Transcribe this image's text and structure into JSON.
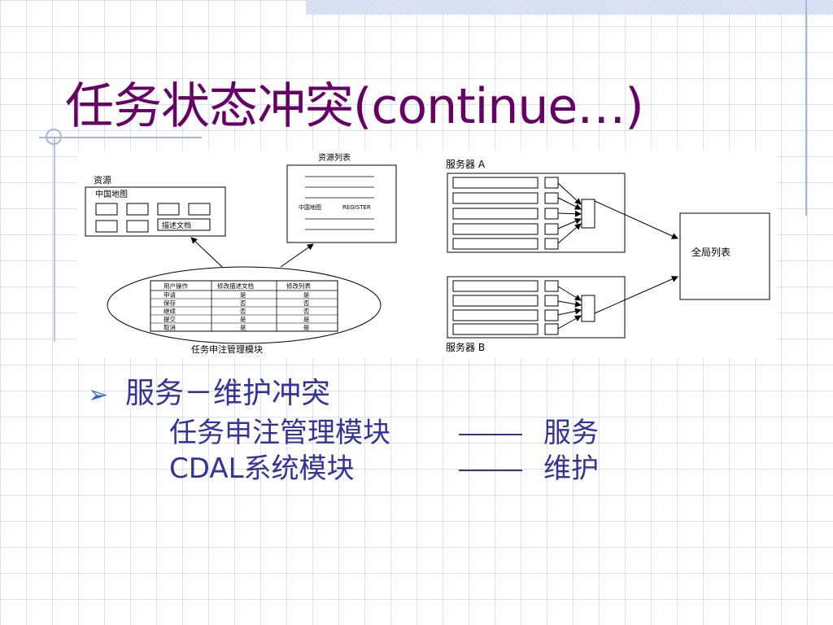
{
  "slide": {
    "title": "任务状态冲突(continue…)"
  },
  "diagram": {
    "resource_label": "资源",
    "resource_map_label": "中国地图",
    "resource_doc_label": "描述文档",
    "list_title": "资源列表",
    "list_entry_map": "中国地图",
    "list_entry_status": "REGISTER",
    "table_headers": [
      "用户操作",
      "修改描述文档",
      "修改列表"
    ],
    "table_rows": [
      [
        "申请",
        "是",
        "是"
      ],
      [
        "保存",
        "否",
        "否"
      ],
      [
        "继续",
        "否",
        "否"
      ],
      [
        "提交",
        "是",
        "是"
      ],
      [
        "取消",
        "是",
        "是"
      ]
    ],
    "module_label": "任务申注管理模块",
    "server_a_label": "服务器 A",
    "server_b_label": "服务器 B",
    "global_list_label": "全局列表"
  },
  "bullets": {
    "main": "服务－维护冲突",
    "lines": [
      {
        "left": "任务申注管理模块",
        "right": "服务"
      },
      {
        "left": "CDAL系统模块",
        "right": "维护"
      }
    ]
  },
  "colors": {
    "title": "#660066",
    "bullet_text": "#333399",
    "bullet_marker": "#3366cc",
    "grid": "#bec8e1"
  },
  "icons": {
    "bullet": "arrowhead-bullet-icon"
  }
}
